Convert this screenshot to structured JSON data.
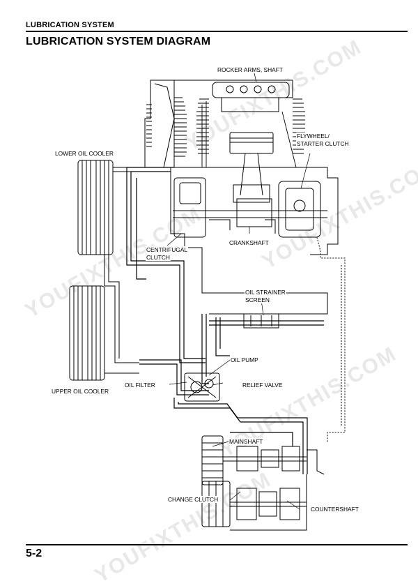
{
  "header": {
    "section": "LUBRICATION SYSTEM",
    "title": "LUBRICATION SYSTEM DIAGRAM"
  },
  "labels": {
    "rocker_arms": "ROCKER ARMS, SHAFT",
    "flywheel_line1": "FLYWHEEL/",
    "flywheel_line2": "STARTER CLUTCH",
    "lower_oil_cooler": "LOWER OIL COOLER",
    "crankshaft": "CRANKSHAFT",
    "centrifugal_line1": "CENTRIFUGAL",
    "centrifugal_line2": "CLUTCH",
    "oil_strainer_line1": "OIL STRAINER",
    "oil_strainer_line2": "SCREEN",
    "oil_pump": "OIL PUMP",
    "oil_filter": "OIL FILTER",
    "relief_valve": "RELIEF VALVE",
    "upper_oil_cooler": "UPPER OIL COOLER",
    "mainshaft": "MAINSHAFT",
    "change_clutch": "CHANGE CLUTCH",
    "countershaft": "COUNTERSHAFT"
  },
  "watermark": "YOUFIXTHIS.COM",
  "footer": {
    "page_number": "5-2"
  }
}
